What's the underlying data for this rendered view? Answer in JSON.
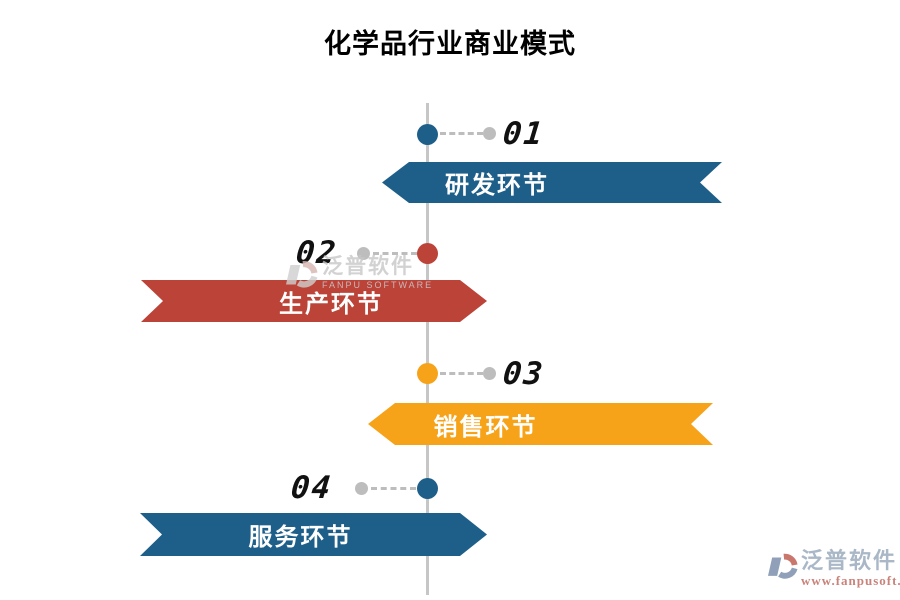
{
  "title": "化学品行业商业模式",
  "colors": {
    "step_blue": "#1E5F8A",
    "step_red": "#BB4338",
    "step_orange": "#F7A319",
    "timeline_gray": "#c6c6c6",
    "number_black": "#111111"
  },
  "steps": [
    {
      "number": "01",
      "label": "研发环节",
      "side": "right",
      "color": "#1E5F8A"
    },
    {
      "number": "02",
      "label": "生产环节",
      "side": "left",
      "color": "#BB4338"
    },
    {
      "number": "03",
      "label": "销售环节",
      "side": "right",
      "color": "#F7A319"
    },
    {
      "number": "04",
      "label": "服务环节",
      "side": "left",
      "color": "#1E5F8A"
    }
  ],
  "watermark": {
    "brand": "泛普软件",
    "brand_sub": "FANPU SOFTWARE"
  },
  "footer_logo": {
    "brand": "泛普软件",
    "url": "www.fanpusoft.com"
  }
}
